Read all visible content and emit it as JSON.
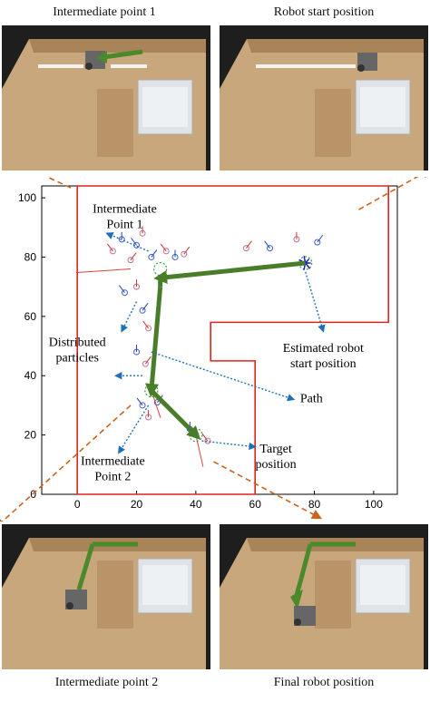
{
  "captions": {
    "top_left": "Intermediate point 1",
    "top_right": "Robot start position",
    "bottom_left": "Intermediate point 2",
    "bottom_right": "Final robot position"
  },
  "chart_data": {
    "type": "scatter",
    "x_ticks": [
      "0",
      "20",
      "40",
      "60",
      "80",
      "100"
    ],
    "y_ticks": [
      "0",
      "20",
      "40",
      "60",
      "80",
      "100"
    ],
    "xlim": [
      -12,
      108
    ],
    "ylim": [
      0,
      104
    ],
    "annotations": {
      "intermediate_1": [
        "Intermediate",
        "Point 1"
      ],
      "intermediate_2": [
        "Intermediate",
        "Point 2"
      ],
      "distributed": [
        "Distributed",
        "particles"
      ],
      "estimated": [
        "Estimated robot",
        "start position"
      ],
      "path": "Path",
      "target": [
        "Target",
        "position"
      ]
    },
    "environment_outline": [
      [
        0,
        0
      ],
      [
        60,
        0
      ],
      [
        60,
        45
      ],
      [
        45,
        45
      ],
      [
        45,
        58
      ],
      [
        105,
        58
      ],
      [
        105,
        104
      ],
      [
        0,
        104
      ],
      [
        0,
        0
      ]
    ],
    "robot_path": [
      [
        77,
        78
      ],
      [
        28,
        73
      ],
      [
        28,
        70
      ],
      [
        25,
        35
      ],
      [
        40,
        20
      ]
    ],
    "particle_clusters": [
      [
        77,
        78
      ],
      [
        28,
        76
      ],
      [
        25,
        35
      ],
      [
        40,
        20
      ]
    ],
    "colors": {
      "outline": "#e0231c",
      "path": "#4a7d2a",
      "dotted": "#1f6fb8",
      "dashed": "#c8641e"
    }
  }
}
